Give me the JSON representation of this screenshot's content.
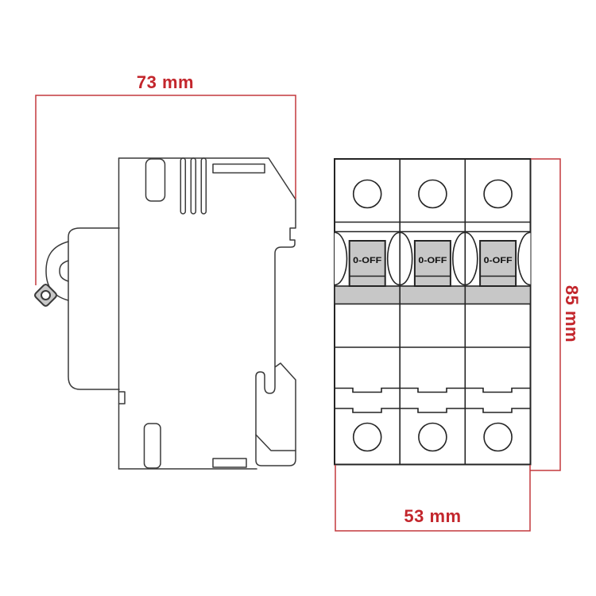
{
  "diagram": {
    "type": "technical-dimension-drawing",
    "subject": "3-pole circuit breaker, side view and front view"
  },
  "dimension_labels": {
    "side_width": "73 mm",
    "front_height": "85 mm",
    "front_width": "53 mm"
  },
  "front_view": {
    "poles": [
      {
        "toggle_label": "0-OFF"
      },
      {
        "toggle_label": "0-OFF"
      },
      {
        "toggle_label": "0-OFF"
      }
    ]
  },
  "colors": {
    "dimension_red": "#c3262c",
    "dimension_line_red": "#c4383d",
    "outline_dark": "#3a3a3a",
    "outline_heavy": "#242424",
    "fill_gray": "#c7c7c7",
    "background": "#ffffff"
  }
}
